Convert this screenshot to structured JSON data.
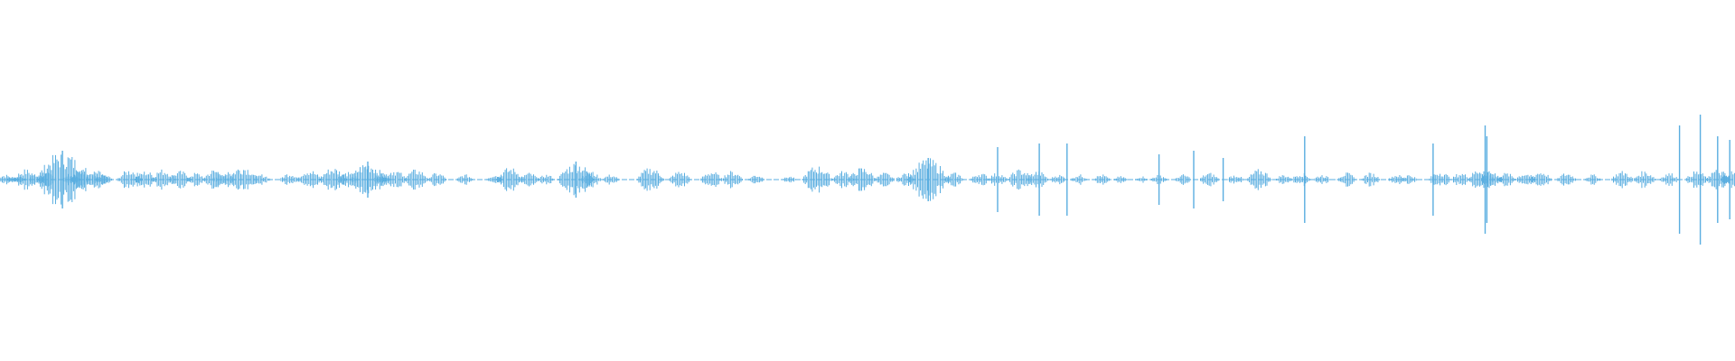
{
  "waveform": {
    "color": "#5aaee0",
    "background": "#ffffff",
    "baseline_amplitude": 0.01,
    "bursts": [
      [
        0.003,
        0.03
      ],
      [
        0.007,
        0.02
      ],
      [
        0.011,
        0.02
      ],
      [
        0.015,
        0.06
      ],
      [
        0.02,
        0.03
      ],
      [
        0.027,
        0.04
      ],
      [
        0.036,
        0.16
      ],
      [
        0.041,
        0.04
      ],
      [
        0.049,
        0.07
      ],
      [
        0.056,
        0.05
      ],
      [
        0.06,
        0.03
      ],
      [
        0.075,
        0.06
      ],
      [
        0.084,
        0.05
      ],
      [
        0.094,
        0.06
      ],
      [
        0.104,
        0.05
      ],
      [
        0.113,
        0.04
      ],
      [
        0.124,
        0.06
      ],
      [
        0.129,
        0.05
      ],
      [
        0.14,
        0.08
      ],
      [
        0.151,
        0.03
      ],
      [
        0.167,
        0.04
      ],
      [
        0.178,
        0.06
      ],
      [
        0.192,
        0.07
      ],
      [
        0.2,
        0.05
      ],
      [
        0.212,
        0.1
      ],
      [
        0.22,
        0.04
      ],
      [
        0.227,
        0.06
      ],
      [
        0.24,
        0.06
      ],
      [
        0.252,
        0.04
      ],
      [
        0.268,
        0.03
      ],
      [
        0.285,
        0.03
      ],
      [
        0.294,
        0.07
      ],
      [
        0.305,
        0.04
      ],
      [
        0.315,
        0.03
      ],
      [
        0.332,
        0.1
      ],
      [
        0.34,
        0.05
      ],
      [
        0.352,
        0.03
      ],
      [
        0.375,
        0.07
      ],
      [
        0.392,
        0.05
      ],
      [
        0.41,
        0.05
      ],
      [
        0.422,
        0.05
      ],
      [
        0.436,
        0.03
      ],
      [
        0.455,
        0.02
      ],
      [
        0.471,
        0.08
      ],
      [
        0.486,
        0.05
      ],
      [
        0.497,
        0.07
      ],
      [
        0.51,
        0.04
      ],
      [
        0.522,
        0.04
      ],
      [
        0.535,
        0.12
      ],
      [
        0.55,
        0.04
      ],
      [
        0.565,
        0.04
      ],
      [
        0.575,
        0.04
      ],
      [
        0.588,
        0.06
      ],
      [
        0.598,
        0.05
      ],
      [
        0.61,
        0.03
      ],
      [
        0.622,
        0.03
      ],
      [
        0.635,
        0.03
      ],
      [
        0.646,
        0.02
      ],
      [
        0.658,
        0.02
      ],
      [
        0.668,
        0.03
      ],
      [
        0.682,
        0.03
      ],
      [
        0.697,
        0.04
      ],
      [
        0.712,
        0.03
      ],
      [
        0.726,
        0.06
      ],
      [
        0.74,
        0.03
      ],
      [
        0.75,
        0.04
      ],
      [
        0.762,
        0.03
      ],
      [
        0.776,
        0.04
      ],
      [
        0.79,
        0.04
      ],
      [
        0.805,
        0.03
      ],
      [
        0.812,
        0.03
      ],
      [
        0.83,
        0.05
      ],
      [
        0.842,
        0.04
      ],
      [
        0.854,
        0.07
      ],
      [
        0.86,
        0.05
      ],
      [
        0.868,
        0.04
      ],
      [
        0.879,
        0.04
      ],
      [
        0.888,
        0.05
      ],
      [
        0.903,
        0.04
      ],
      [
        0.918,
        0.03
      ],
      [
        0.935,
        0.05
      ],
      [
        0.948,
        0.05
      ],
      [
        0.962,
        0.04
      ],
      [
        0.978,
        0.05
      ],
      [
        0.99,
        0.06
      ],
      [
        0.998,
        0.05
      ]
    ],
    "spikes": [
      [
        0.036,
        0.16
      ],
      [
        0.212,
        0.1
      ],
      [
        0.332,
        0.1
      ],
      [
        0.535,
        0.12
      ],
      [
        0.575,
        0.18
      ],
      [
        0.599,
        0.2
      ],
      [
        0.615,
        0.2
      ],
      [
        0.668,
        0.14
      ],
      [
        0.688,
        0.16
      ],
      [
        0.705,
        0.12
      ],
      [
        0.752,
        0.24
      ],
      [
        0.826,
        0.2
      ],
      [
        0.857,
        0.24
      ],
      [
        0.856,
        0.3
      ],
      [
        0.968,
        0.3
      ],
      [
        0.98,
        0.36
      ],
      [
        0.99,
        0.24
      ],
      [
        0.997,
        0.22
      ]
    ]
  }
}
